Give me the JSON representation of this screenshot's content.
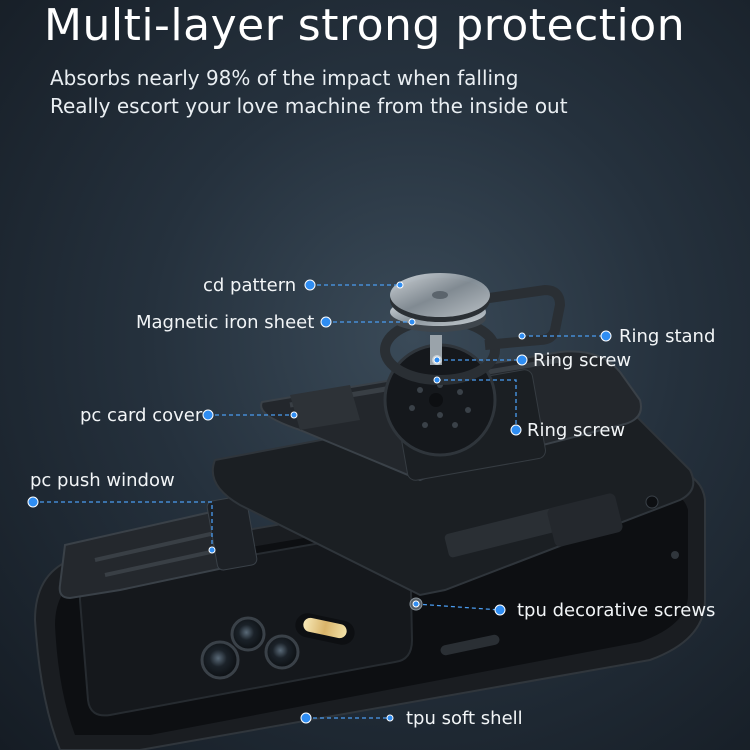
{
  "title": "Multi-layer strong protection",
  "subtitles": [
    "Absorbs nearly 98% of the impact when falling",
    "Really escort your love machine from the inside out"
  ],
  "labels": {
    "cd_pattern": "cd pattern",
    "magnetic_iron_sheet": "Magnetic iron sheet",
    "ring_stand": "Ring stand",
    "ring_screw_top": "Ring screw",
    "pc_card_cover": "pc card cover",
    "ring_screw_bottom": "Ring screw",
    "pc_push_window": "pc push window",
    "tpu_decorative_screws": "tpu decorative screws",
    "tpu_soft_shell": "tpu soft shell"
  },
  "colors": {
    "accent_dot": "#2f8df2",
    "leader_line": "#4a9cf0",
    "text": "#f2f5f7"
  }
}
